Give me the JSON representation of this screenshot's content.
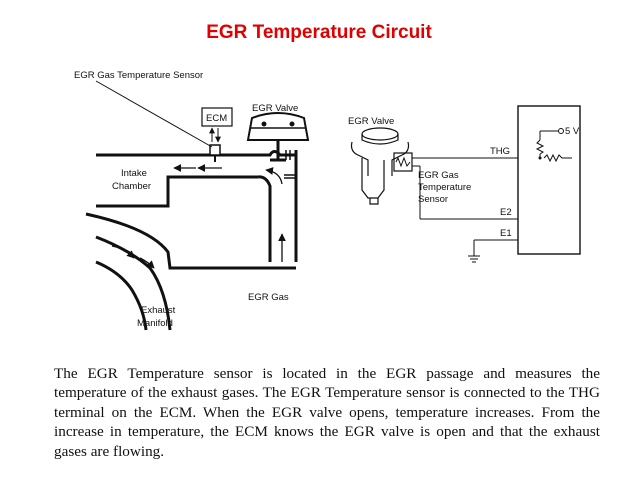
{
  "title": "EGR Temperature Circuit",
  "title_color": "#e00000",
  "left_diagram": {
    "sensor_label": "EGR Gas Temperature Sensor",
    "ecm_label": "ECM",
    "valve_label": "EGR Valve",
    "intake_line1": "Intake",
    "intake_line2": "Chamber",
    "egr_gas_label": "EGR Gas",
    "exhaust_line1": "Exhaust",
    "exhaust_line2": "Manifold"
  },
  "right_diagram": {
    "valve_label": "EGR Valve",
    "sensor_line1": "EGR Gas",
    "sensor_line2": "Temperature",
    "sensor_line3": "Sensor",
    "thg_label": "THG",
    "e2_label": "E2",
    "e1_label": "E1",
    "voltage_label": "5 V"
  },
  "description": "The EGR Temperature sensor is located in the EGR passage and measures the temperature of the exhaust gases. The EGR Temperature sensor is connected to the THG terminal on the ECM. When the EGR valve opens, temperature increases. From the increase in temperature, the ECM knows the EGR valve is open and that the exhaust gases are flowing."
}
